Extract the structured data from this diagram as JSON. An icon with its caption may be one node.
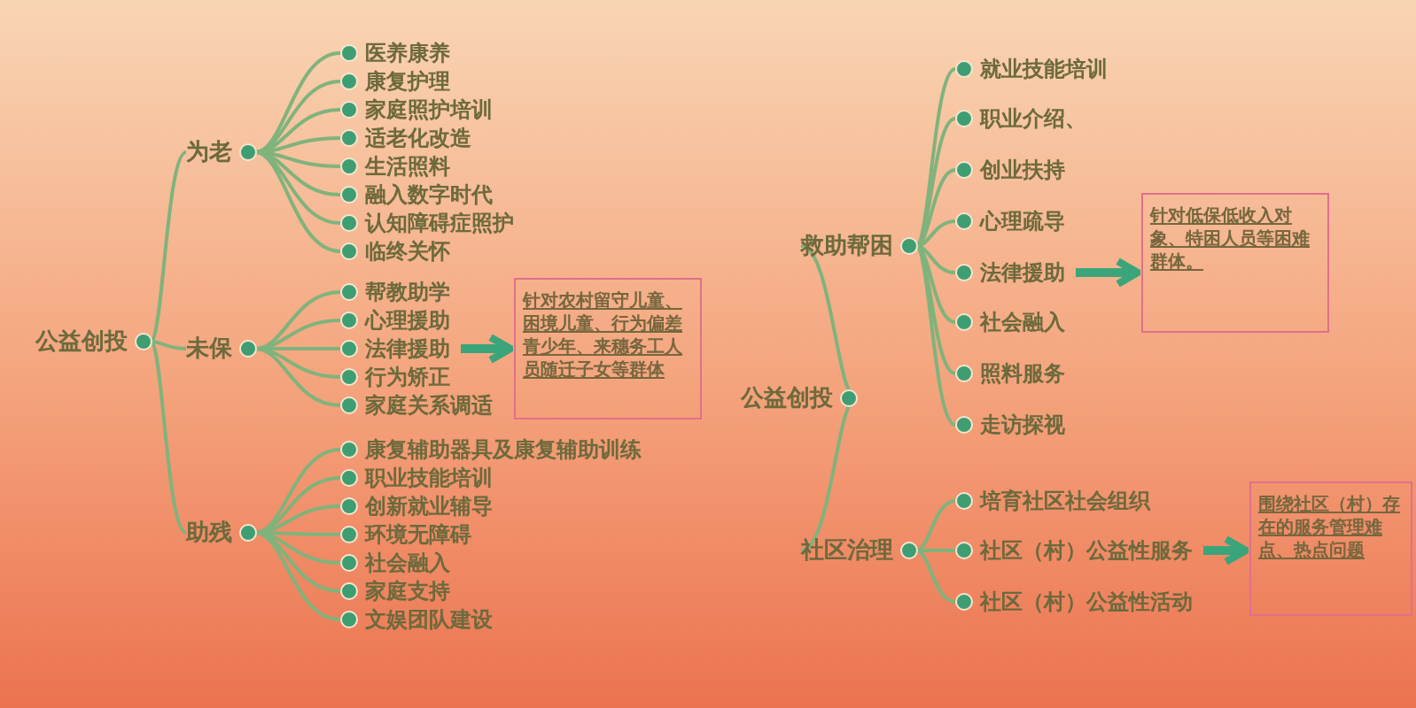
{
  "diagram": {
    "nodes": [
      {
        "text": [
          "公益创投"
        ]
      },
      {
        "text": [
          "为老"
        ]
      },
      {
        "text": [
          "医养康养"
        ]
      },
      {
        "text": [
          "康复护理"
        ]
      },
      {
        "text": [
          "家庭照护培训"
        ]
      },
      {
        "text": [
          "适老化改造"
        ]
      },
      {
        "text": [
          "生活照料"
        ]
      },
      {
        "text": [
          "融入数字时代"
        ]
      },
      {
        "text": [
          "认知障碍症照护"
        ]
      },
      {
        "text": [
          "临终关怀"
        ]
      },
      {
        "text": [
          "未保"
        ]
      },
      {
        "text": [
          "帮教助学"
        ]
      },
      {
        "text": [
          "心理援助"
        ]
      },
      {
        "text": [
          "法律援助"
        ]
      },
      {
        "text": [
          "行为矫正"
        ]
      },
      {
        "text": [
          "家庭关系调适"
        ]
      },
      {
        "text": [
          "助残"
        ]
      },
      {
        "text": [
          "康复辅助器具及康复辅助训练"
        ]
      },
      {
        "text": [
          "职业技能培训"
        ]
      },
      {
        "text": [
          "创新就业辅导"
        ]
      },
      {
        "text": [
          "环境无障碍"
        ]
      },
      {
        "text": [
          "社会融入"
        ]
      },
      {
        "text": [
          "家庭支持"
        ]
      },
      {
        "text": [
          "文娱团队建设"
        ]
      },
      {
        "text": [
          "针对农村留守儿童、困境儿童、行为偏差青少年、来穗务工人员随迁子女等群体"
        ]
      },
      {
        "text": [
          "公益创投"
        ]
      },
      {
        "text": [
          "救助帮困"
        ]
      },
      {
        "text": [
          "就业技能培训"
        ]
      },
      {
        "text": [
          "职业介绍、"
        ]
      },
      {
        "text": [
          "创业扶持"
        ]
      },
      {
        "text": [
          "心理疏导"
        ]
      },
      {
        "text": [
          "法律援助"
        ]
      },
      {
        "text": [
          "社会融入"
        ]
      },
      {
        "text": [
          "照料服务"
        ]
      },
      {
        "text": [
          "走访探视"
        ]
      },
      {
        "text": [
          "针对低保低收入对象、特困人员等困难群体。"
        ]
      },
      {
        "text": [
          "社区治理"
        ]
      },
      {
        "text": [
          "培育社区社会组织"
        ]
      },
      {
        "text": [
          "社区（村）公益性服务"
        ]
      },
      {
        "text": [
          "社区（村）公益性活动"
        ]
      },
      {
        "text": [
          "围绕社区（村）存在的服务管理难点、热点问题"
        ]
      }
    ],
    "edges": [
      {
        "from": 0,
        "to": 1,
        "arrow": "none"
      },
      {
        "from": 0,
        "to": 10,
        "arrow": "none"
      },
      {
        "from": 0,
        "to": 16,
        "arrow": "none"
      },
      {
        "from": 1,
        "to": 2,
        "arrow": "none"
      },
      {
        "from": 1,
        "to": 3,
        "arrow": "none"
      },
      {
        "from": 1,
        "to": 4,
        "arrow": "none"
      },
      {
        "from": 1,
        "to": 5,
        "arrow": "none"
      },
      {
        "from": 1,
        "to": 6,
        "arrow": "none"
      },
      {
        "from": 1,
        "to": 7,
        "arrow": "none"
      },
      {
        "from": 1,
        "to": 8,
        "arrow": "none"
      },
      {
        "from": 1,
        "to": 9,
        "arrow": "none"
      },
      {
        "from": 10,
        "to": 11,
        "arrow": "none"
      },
      {
        "from": 10,
        "to": 12,
        "arrow": "none"
      },
      {
        "from": 10,
        "to": 13,
        "arrow": "none"
      },
      {
        "from": 10,
        "to": 14,
        "arrow": "none"
      },
      {
        "from": 10,
        "to": 15,
        "arrow": "none"
      },
      {
        "from": 16,
        "to": 17,
        "arrow": "none"
      },
      {
        "from": 16,
        "to": 18,
        "arrow": "none"
      },
      {
        "from": 16,
        "to": 19,
        "arrow": "none"
      },
      {
        "from": 16,
        "to": 20,
        "arrow": "none"
      },
      {
        "from": 16,
        "to": 21,
        "arrow": "none"
      },
      {
        "from": 16,
        "to": 22,
        "arrow": "none"
      },
      {
        "from": 16,
        "to": 23,
        "arrow": "none"
      },
      {
        "from": 13,
        "to": 24,
        "arrow": "to",
        "style": "thick",
        "color": "#3aa57a"
      },
      {
        "from": 25,
        "to": 26,
        "arrow": "none"
      },
      {
        "from": 25,
        "to": 36,
        "arrow": "none"
      },
      {
        "from": 26,
        "to": 27,
        "arrow": "none"
      },
      {
        "from": 26,
        "to": 28,
        "arrow": "none"
      },
      {
        "from": 26,
        "to": 29,
        "arrow": "none"
      },
      {
        "from": 26,
        "to": 30,
        "arrow": "none"
      },
      {
        "from": 26,
        "to": 31,
        "arrow": "none"
      },
      {
        "from": 26,
        "to": 32,
        "arrow": "none"
      },
      {
        "from": 26,
        "to": 33,
        "arrow": "none"
      },
      {
        "from": 26,
        "to": 34,
        "arrow": "none"
      },
      {
        "from": 31,
        "to": 35,
        "arrow": "to",
        "style": "thick",
        "color": "#3aa57a"
      },
      {
        "from": 36,
        "to": 37,
        "arrow": "none"
      },
      {
        "from": 36,
        "to": 38,
        "arrow": "none"
      },
      {
        "from": 36,
        "to": 39,
        "arrow": "none"
      },
      {
        "from": 38,
        "to": 40,
        "arrow": "to",
        "style": "thick",
        "color": "#3aa57a"
      }
    ]
  }
}
